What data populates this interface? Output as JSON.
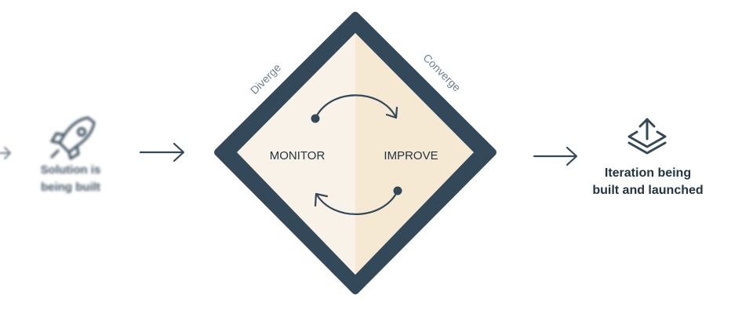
{
  "colors": {
    "frame": "#33495a",
    "left_half": "#f8f2e9",
    "right_half": "#f6e9d4",
    "text": "#233442",
    "phase_label": "#6d8092"
  },
  "previous_step": {
    "icon": "rocket-icon",
    "label_line1": "Solution is",
    "label_line2": "being built"
  },
  "diamond": {
    "diverge_label": "Diverge",
    "converge_label": "Converge",
    "left_label": "MONITOR",
    "right_label": "IMPROVE",
    "cycle_icon": "cycle-arrows-icon"
  },
  "next_step": {
    "icon": "layers-upload-icon",
    "label_line1": "Iteration being",
    "label_line2": "built and launched"
  }
}
